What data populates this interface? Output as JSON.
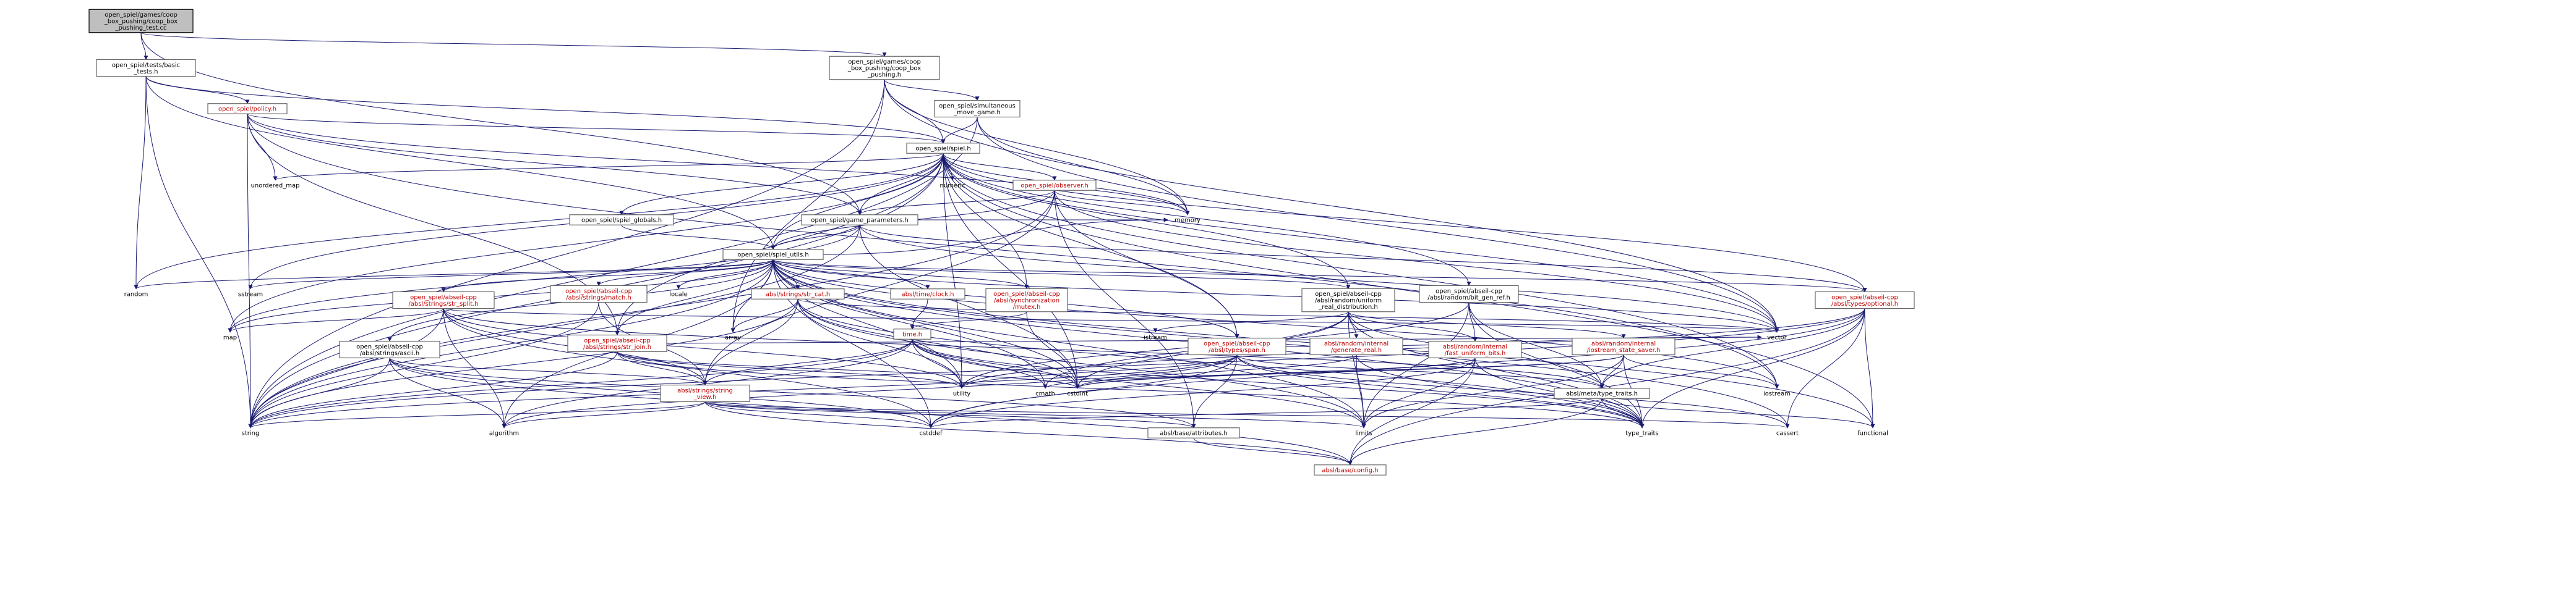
{
  "colors": {
    "edge": "#191970",
    "root_fill": "#bfbfbf",
    "red_text": "#bf0000",
    "text": "#000000"
  },
  "nodes": {
    "root": {
      "lines": [
        "open_spiel/games/coop",
        "_box_pushing/coop_box",
        "_pushing_test.cc"
      ]
    },
    "basic_tests": {
      "lines": [
        "open_spiel/tests/basic",
        "_tests.h"
      ]
    },
    "coop_h": {
      "lines": [
        "open_spiel/games/coop",
        "_box_pushing/coop_box",
        "_pushing.h"
      ]
    },
    "policy": {
      "lines": [
        "open_spiel/policy.h"
      ]
    },
    "simultaneous": {
      "lines": [
        "open_spiel/simultaneous",
        "_move_game.h"
      ]
    },
    "spiel": {
      "lines": [
        "open_spiel/spiel.h"
      ]
    },
    "unordered_map": {
      "lines": [
        "unordered_map"
      ]
    },
    "numeric": {
      "lines": [
        "numeric"
      ]
    },
    "observer": {
      "lines": [
        "open_spiel/observer.h"
      ]
    },
    "spiel_globals": {
      "lines": [
        "open_spiel/spiel_globals.h"
      ]
    },
    "game_params": {
      "lines": [
        "open_spiel/game_parameters.h"
      ]
    },
    "memory": {
      "lines": [
        "memory"
      ]
    },
    "spiel_utils": {
      "lines": [
        "open_spiel/spiel_utils.h"
      ]
    },
    "random": {
      "lines": [
        "random"
      ]
    },
    "sstream": {
      "lines": [
        "sstream"
      ]
    },
    "str_split": {
      "lines": [
        "open_spiel/abseil-cpp",
        "/absl/strings/str_split.h"
      ]
    },
    "match": {
      "lines": [
        "open_spiel/abseil-cpp",
        "/absl/strings/match.h"
      ]
    },
    "locale": {
      "lines": [
        "locale"
      ]
    },
    "str_cat": {
      "lines": [
        "absl/strings/str_cat.h"
      ]
    },
    "clock": {
      "lines": [
        "absl/time/clock.h"
      ]
    },
    "mutex": {
      "lines": [
        "open_spiel/abseil-cpp",
        "/absl/synchronization",
        "/mutex.h"
      ]
    },
    "uniform_real": {
      "lines": [
        "open_spiel/abseil-cpp",
        "/absl/random/uniform",
        "_real_distribution.h"
      ]
    },
    "bit_gen_ref": {
      "lines": [
        "open_spiel/abseil-cpp",
        "/absl/random/bit_gen_ref.h"
      ]
    },
    "optional": {
      "lines": [
        "open_spiel/abseil-cpp",
        "/absl/types/optional.h"
      ]
    },
    "map": {
      "lines": [
        "map"
      ]
    },
    "ascii": {
      "lines": [
        "open_spiel/abseil-cpp",
        "/absl/strings/ascii.h"
      ]
    },
    "str_join": {
      "lines": [
        "open_spiel/abseil-cpp",
        "/absl/strings/str_join.h"
      ]
    },
    "array": {
      "lines": [
        "array"
      ]
    },
    "time": {
      "lines": [
        "time.h"
      ]
    },
    "istream": {
      "lines": [
        "istream"
      ]
    },
    "span": {
      "lines": [
        "open_spiel/abseil-cpp",
        "/absl/types/span.h"
      ]
    },
    "generate_real": {
      "lines": [
        "absl/random/internal",
        "/generate_real.h"
      ]
    },
    "fast_uniform": {
      "lines": [
        "absl/random/internal",
        "/fast_uniform_bits.h"
      ]
    },
    "iostream_saver": {
      "lines": [
        "absl/random/internal",
        "/iostream_state_saver.h"
      ]
    },
    "vector": {
      "lines": [
        "vector"
      ]
    },
    "string_view": {
      "lines": [
        "absl/strings/string",
        "_view.h"
      ]
    },
    "utility": {
      "lines": [
        "utility"
      ]
    },
    "cmath": {
      "lines": [
        "cmath"
      ]
    },
    "cstdint": {
      "lines": [
        "cstdint"
      ]
    },
    "type_traits_h": {
      "lines": [
        "absl/meta/type_traits.h"
      ]
    },
    "iosfwd": {
      "lines": [
        "iostream"
      ]
    },
    "string": {
      "lines": [
        "string"
      ]
    },
    "algorithm": {
      "lines": [
        "algorithm"
      ]
    },
    "cstddef": {
      "lines": [
        "cstddef"
      ]
    },
    "attributes": {
      "lines": [
        "absl/base/attributes.h"
      ]
    },
    "limits": {
      "lines": [
        "limits"
      ]
    },
    "type_traits": {
      "lines": [
        "type_traits"
      ]
    },
    "cassert": {
      "lines": [
        "cassert"
      ]
    },
    "functional": {
      "lines": [
        "functional"
      ]
    },
    "config": {
      "lines": [
        "absl/base/config.h"
      ]
    }
  }
}
